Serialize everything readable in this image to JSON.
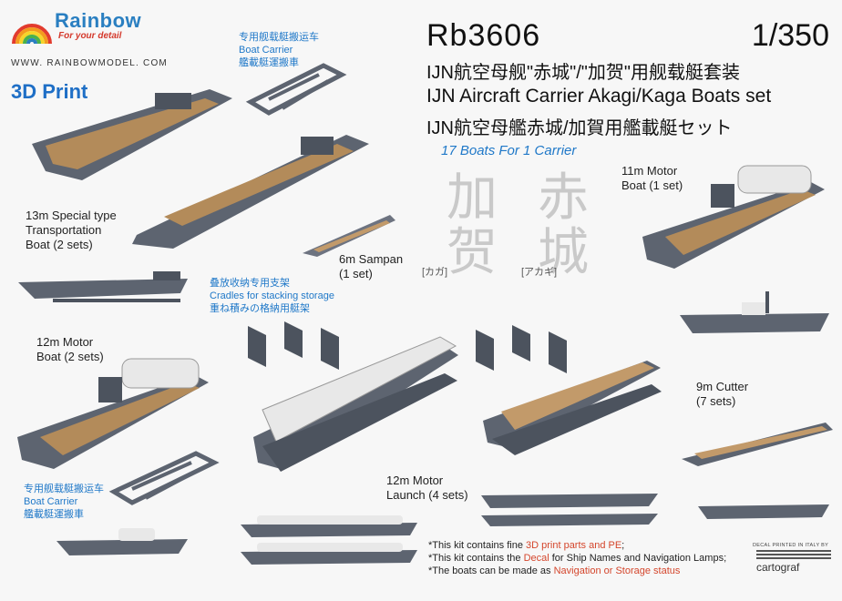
{
  "brand": {
    "name": "Rainbow",
    "tagline": "For your detail",
    "url": "WWW. RAINBOWMODEL. COM",
    "print_badge": "3D Print"
  },
  "product": {
    "code": "Rb3606",
    "scale": "1/350",
    "title_cn": "IJN航空母舰\"赤城\"/\"加贺\"用舰载艇套装",
    "title_en": "IJN Aircraft Carrier Akagi/Kaga Boats set",
    "title_jp": "IJN航空母艦赤城/加賀用艦載艇セット",
    "subtitle": "17 Boats For 1 Carrier"
  },
  "calligraphy": {
    "kaga": "加贺",
    "kaga_kana": "[カガ]",
    "akagi": "赤城",
    "akagi_kana": "[アカギ]"
  },
  "labels": {
    "carrier_top": [
      "专用舰载艇搬运车",
      "Boat Carrier",
      "艦載艇運搬車"
    ],
    "special_boat": [
      "13m Special type",
      "Transportation",
      "Boat (2 sets)"
    ],
    "sampan": [
      "6m Sampan",
      "(1 set)"
    ],
    "cradles": [
      "叠放收纳专用支架",
      "Cradles for stacking storage",
      "重ね積みの格納用艇架"
    ],
    "motor11": [
      "11m Motor",
      "Boat (1 set)"
    ],
    "motor12": [
      "12m Motor",
      "Boat (2 sets)"
    ],
    "cutter": [
      "9m Cutter",
      "(7 sets)"
    ],
    "launch": [
      "12m Motor",
      "Launch (4 sets)"
    ],
    "carrier_bottom": [
      "专用舰载艇搬运车",
      "Boat Carrier",
      "艦載艇運搬車"
    ]
  },
  "notes": {
    "n1_pre": "*This kit contains fine ",
    "n1_hl": "3D print parts and PE",
    "n1_post": ";",
    "n2_pre": "*This kit contains the ",
    "n2_hl": "Decal",
    "n2_post": " for Ship Names and Navigation Lamps;",
    "n3_pre": "*The boats can be made as ",
    "n3_hl": "Navigation or Storage status",
    "n3_post": ""
  },
  "decal": {
    "note": "DECAL PRINTED IN ITALY BY",
    "maker": "cartograf"
  },
  "colors": {
    "hull": "#5d6470",
    "deck": "#b38b5a",
    "canvas": "#e8e8e8",
    "accent_blue": "#1f78c8",
    "accent_red": "#d4462c"
  }
}
